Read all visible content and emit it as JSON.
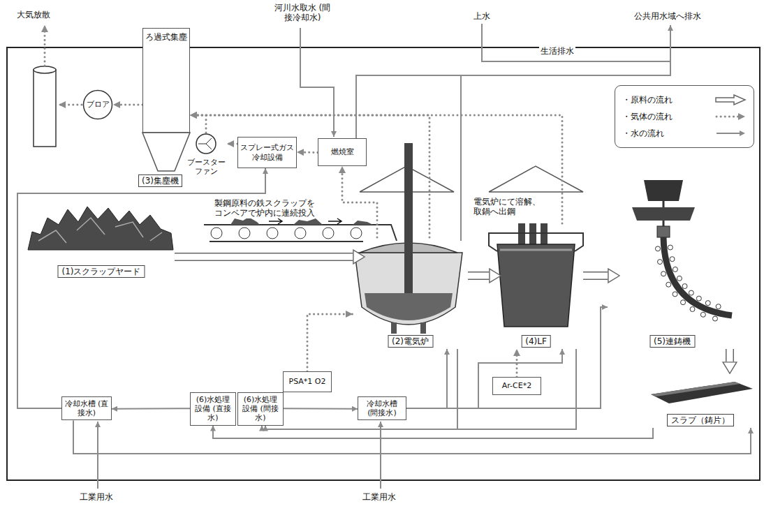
{
  "diagram": {
    "nodes": [
      {
        "text": [
          "ブロア"
        ]
      },
      {
        "text": [
          "ろ過式集塵"
        ]
      },
      {
        "text": [
          "ブースターファン"
        ]
      },
      {
        "text": [
          "スプレー式ガス冷却設備"
        ]
      },
      {
        "text": [
          "燃焼室"
        ]
      },
      {
        "text": [
          "(1)スクラップヤード"
        ]
      },
      {
        "text": [
          "(2)電気炉"
        ]
      },
      {
        "text": [
          "PSA*1 O2"
        ]
      },
      {
        "text": [
          "(4)LF"
        ]
      },
      {
        "text": [
          "Ar-CE*2"
        ]
      },
      {
        "text": [
          "(5)連鋳機"
        ]
      },
      {
        "text": [
          "スラブ（鋳片）"
        ]
      },
      {
        "text": [
          "冷却水槽 (直接水)"
        ]
      },
      {
        "text": [
          "(6)水処理設備 (直接水)"
        ]
      },
      {
        "text": [
          "(6)水処理設備 (間接水)"
        ]
      },
      {
        "text": [
          "冷却水槽 (間接水)"
        ]
      }
    ],
    "edges": [
      {
        "from": 6,
        "to": 1,
        "arrow": "to"
      },
      {
        "from": 8,
        "to": 1,
        "arrow": "to"
      },
      {
        "from": 6,
        "to": 4,
        "arrow": "to"
      },
      {
        "from": 4,
        "to": 3,
        "arrow": "to"
      },
      {
        "from": 3,
        "to": 2,
        "arrow": "to"
      },
      {
        "from": 2,
        "to": 1,
        "arrow": "to"
      },
      {
        "from": 1,
        "to": 0,
        "arrow": "to"
      },
      {
        "from": 7,
        "to": 6,
        "arrow": "to"
      },
      {
        "from": 9,
        "to": 8,
        "arrow": "to"
      },
      {
        "from": 5,
        "to": 6,
        "arrow": "to"
      },
      {
        "from": 6,
        "to": 8,
        "arrow": "to"
      },
      {
        "from": 8,
        "to": 10,
        "arrow": "to"
      },
      {
        "from": 10,
        "to": 11,
        "arrow": "to"
      },
      {
        "from": 13,
        "to": 12,
        "arrow": "to"
      },
      {
        "from": 14,
        "to": 15,
        "arrow": "to"
      },
      {
        "from": 12,
        "to": 3,
        "arrow": "to"
      },
      {
        "from": 12,
        "to": 11,
        "arrow": "to"
      },
      {
        "from": 11,
        "to": 13,
        "arrow": "to"
      },
      {
        "from": 15,
        "to": 6,
        "arrow": "to"
      },
      {
        "from": 15,
        "to": 8,
        "arrow": "to"
      },
      {
        "from": 15,
        "to": 10,
        "arrow": "to"
      },
      {
        "from": 6,
        "to": 14,
        "arrow": "to"
      },
      {
        "from": 8,
        "to": 14,
        "arrow": "to"
      }
    ],
    "labels": [
      "大気放散",
      "河川水取水 (間接冷却水)",
      "上水",
      "公共用水域へ排水",
      "生活排水",
      "(3)集塵機",
      "製鋼原料の鉄スクラップをコンベアで炉内に連続投入",
      "電気炉にて溶解、取鍋へ出鋼",
      "工業用水",
      "工業用水"
    ],
    "legend": [
      {
        "text": "・原料の流れ"
      },
      {
        "text": "・気体の流れ"
      },
      {
        "text": "・水の流れ"
      }
    ]
  }
}
